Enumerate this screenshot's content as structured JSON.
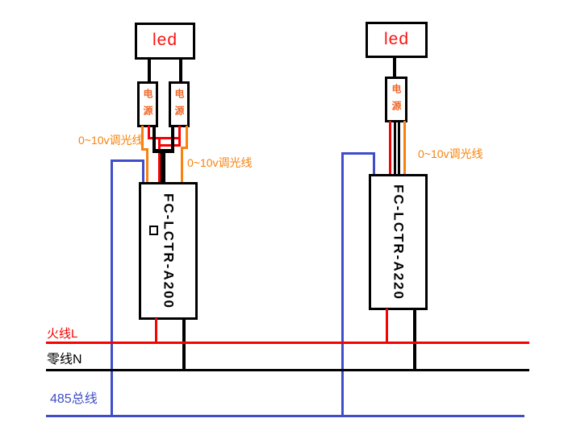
{
  "units": [
    {
      "led_label": "led",
      "psu_left_label": "电源",
      "psu_right_label": "电源",
      "controller_label": "FC-LCTR-A200",
      "dim_label_left": "0~10v调光线",
      "dim_label_right": "0~10v调光线"
    },
    {
      "led_label": "led",
      "psu_label": "电源",
      "controller_label": "FC-LCTR-A220",
      "dim_label": "0~10v调光线"
    }
  ],
  "bus_lines": [
    {
      "label": "火线L",
      "color": "#f40303"
    },
    {
      "label": "零线N",
      "color": "#000000"
    },
    {
      "label": "485总线",
      "color": "#3f4dc9"
    }
  ],
  "wire_colors": {
    "live_red": "#f40303",
    "neutral_black": "#000000",
    "dimming_orange": "#f9820e",
    "bus485_blue": "#3f4dc9",
    "led_text": "#fb1212",
    "psu_text": "#f0682a",
    "dim_label_text": "#f8820a"
  }
}
